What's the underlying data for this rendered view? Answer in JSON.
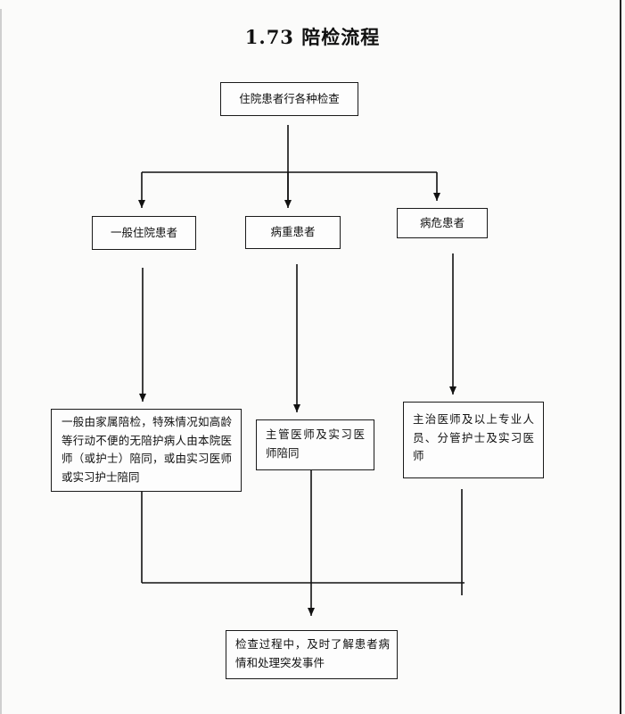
{
  "title": "1.73  陪检流程",
  "nodes": {
    "start": "住院患者行各种检查",
    "general": "一般住院患者",
    "serious": "病重患者",
    "critical": "病危患者",
    "general_detail": "一般由家属陪检，特殊情况如高龄等行动不便的无陪护病人由本院医师（或护士）陪同，或由实习医师或实习护士陪同",
    "serious_detail": "主管医师及实习医师陪同",
    "critical_detail": "主治医师及以上专业人员、分管护士及实习医师",
    "end": "检查过程中，及时了解患者病情和处理突发事件"
  },
  "edges": [
    [
      "start",
      "general"
    ],
    [
      "start",
      "serious"
    ],
    [
      "start",
      "critical"
    ],
    [
      "general",
      "general_detail"
    ],
    [
      "serious",
      "serious_detail"
    ],
    [
      "critical",
      "critical_detail"
    ],
    [
      "general_detail",
      "end"
    ],
    [
      "serious_detail",
      "end"
    ],
    [
      "critical_detail",
      "end"
    ]
  ]
}
